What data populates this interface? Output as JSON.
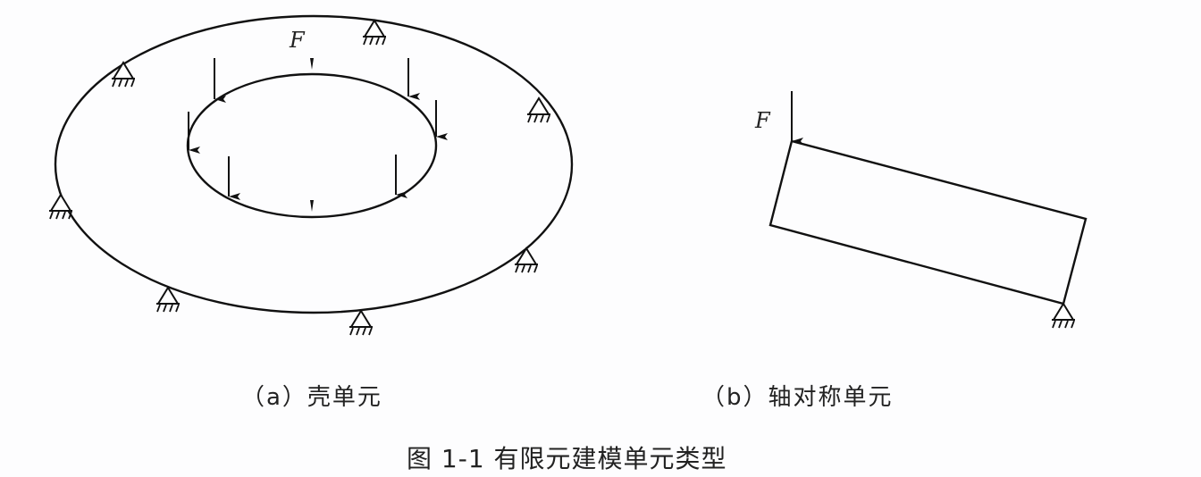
{
  "figure": {
    "title": "图 1-1 有限元建模单元类型",
    "subfigures": [
      {
        "id": "a",
        "caption": "（a）壳单元",
        "force_label": "F",
        "description": "Annular shell with downward loads on inner edge and pinned supports on outer edge"
      },
      {
        "id": "b",
        "caption": "（b）轴对称单元",
        "force_label": "F",
        "description": "Tilted rectangular axisymmetric section with downward load at top-left corner and pinned support at bottom-right corner"
      }
    ]
  },
  "colors": {
    "line": "#111111",
    "background": "#fdfdfe",
    "text": "#222222"
  }
}
